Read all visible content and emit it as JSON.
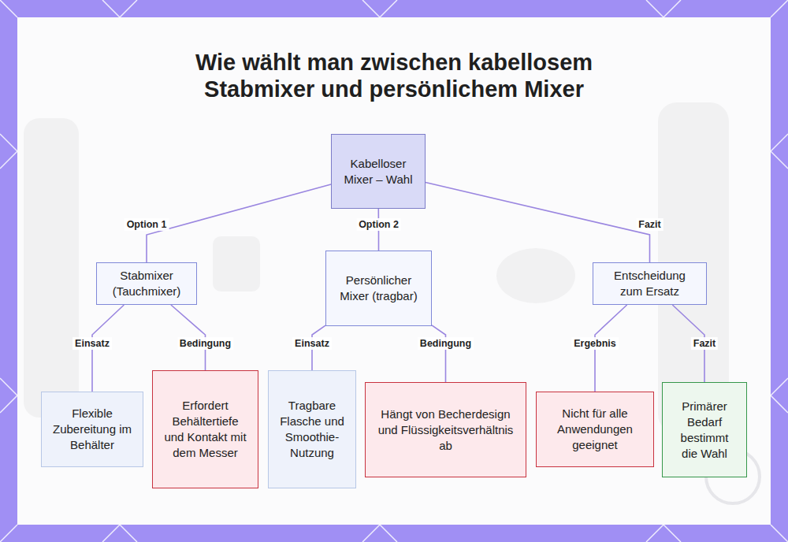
{
  "diagram": {
    "title": "Wie wählt man zwischen kabellosem Stabmixer und persönlichem Mixer",
    "nodes": [
      {
        "text": [
          "Kabelloser Mixer – Wahl"
        ]
      },
      {
        "text": [
          "Stabmixer (Tauchmixer)"
        ]
      },
      {
        "text": [
          "Persönlicher Mixer (tragbar)"
        ]
      },
      {
        "text": [
          "Entscheidung zum Ersatz"
        ]
      },
      {
        "text": [
          "Flexible Zubereitung im Behälter"
        ]
      },
      {
        "text": [
          "Erfordert Behältertiefe und Kontakt mit dem Messer"
        ]
      },
      {
        "text": [
          "Tragbare Flasche und Smoothie-Nutzung"
        ]
      },
      {
        "text": [
          "Hängt von Becherdesign und Flüssigkeitsverhältnis ab"
        ]
      },
      {
        "text": [
          "Nicht für alle Anwendungen geeignet"
        ]
      },
      {
        "text": [
          "Primärer Bedarf bestimmt die Wahl"
        ]
      }
    ],
    "edges": [
      {
        "from": 0,
        "to": 1,
        "label": "Option 1",
        "arrow": "none"
      },
      {
        "from": 0,
        "to": 2,
        "label": "Option 2",
        "arrow": "none"
      },
      {
        "from": 0,
        "to": 3,
        "label": "Fazit",
        "arrow": "none"
      },
      {
        "from": 1,
        "to": 4,
        "label": "Einsatz",
        "arrow": "none"
      },
      {
        "from": 1,
        "to": 5,
        "label": "Bedingung",
        "arrow": "none"
      },
      {
        "from": 2,
        "to": 6,
        "label": "Einsatz",
        "arrow": "none"
      },
      {
        "from": 2,
        "to": 7,
        "label": "Bedingung",
        "arrow": "none"
      },
      {
        "from": 3,
        "to": 8,
        "label": "Ergebnis",
        "arrow": "none"
      },
      {
        "from": 3,
        "to": 9,
        "label": "Fazit",
        "arrow": "none"
      }
    ]
  }
}
